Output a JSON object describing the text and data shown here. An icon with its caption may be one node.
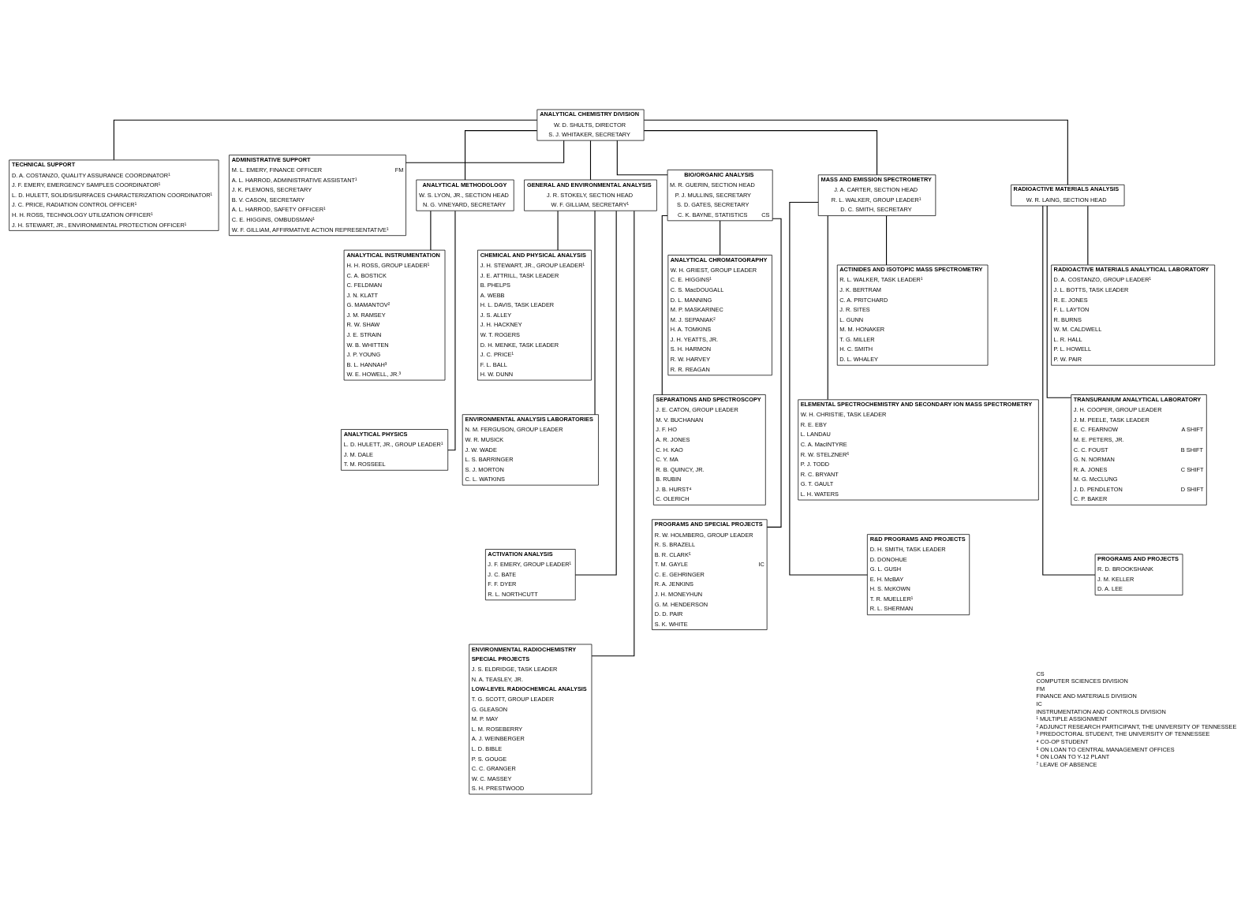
{
  "diagram": {
    "nodes": [
      {
        "text": [
          "ANALYTICAL CHEMISTRY DIVISION",
          "W. D. SHULTS, DIRECTOR",
          "S. J. WHITAKER, SECRETARY"
        ]
      },
      {
        "text": [
          "TECHNICAL SUPPORT",
          "D. A. COSTANZO, QUALITY ASSURANCE COORDINATOR¹",
          "J. F. EMERY, EMERGENCY SAMPLES COORDINATOR¹",
          "L. D. HULETT, SOLIDS/SURFACES CHARACTERIZATION COORDINATOR¹",
          "J. C. PRICE, RADIATION CONTROL OFFICER¹",
          "H. H. ROSS, TECHNOLOGY UTILIZATION OFFICER¹",
          "J. H. STEWART, JR., ENVIRONMENTAL PROTECTION OFFICER¹"
        ]
      },
      {
        "text": [
          "ADMINISTRATIVE SUPPORT",
          "M. L. EMERY, FINANCE OFFICER",
          "FM",
          "A. L. HARROD, ADMINISTRATIVE ASSISTANT¹",
          "J. K. PLEMONS, SECRETARY",
          "B. V. CASON, SECRETARY",
          "A. L. HARROD, SAFETY OFFICER¹",
          "C. E. HIGGINS, OMBUDSMAN¹",
          "W. F. GILLIAM, AFFIRMATIVE ACTION REPRESENTATIVE¹"
        ]
      },
      {
        "text": [
          "ANALYTICAL METHODOLOGY",
          "W. S. LYON, JR., SECTION HEAD",
          "N. G. VINEYARD, SECRETARY"
        ]
      },
      {
        "text": [
          "ANALYTICAL INSTRUMENTATION",
          "H. H. ROSS, GROUP LEADER¹",
          "C. A. BOSTICK",
          "C. FELDMAN",
          "J. N. KLATT",
          "G. MAMANTOV²",
          "J. M. RAMSEY",
          "R. W. SHAW",
          "J. E. STRAIN",
          "W. B. WHITTEN",
          "J. P. YOUNG",
          "B. L. HANNAH³",
          "W. E. HOWELL, JR.³"
        ]
      },
      {
        "text": [
          "ANALYTICAL PHYSICS",
          "L. D. HULETT, JR., GROUP LEADER¹",
          "J. M. DALE",
          "T. M. ROSSEEL"
        ]
      },
      {
        "text": [
          "GENERAL AND ENVIRONMENTAL ANALYSIS",
          "J. R. STOKELY, SECTION HEAD",
          "W. F. GILLIAM, SECRETARY¹"
        ]
      },
      {
        "text": [
          "CHEMICAL AND PHYSICAL ANALYSIS",
          "J. H. STEWART, JR., GROUP LEADER¹",
          "J. E. ATTRILL, TASK LEADER",
          "B. PHELPS",
          "A. WEBB",
          "H. L. DAVIS, TASK LEADER",
          "J. S. ALLEY",
          "J. H. HACKNEY",
          "W. T. ROGERS",
          "D. H. MENKE, TASK LEADER",
          "J. C. PRICE¹",
          "F. L. BALL",
          "H. W. DUNN"
        ]
      },
      {
        "text": [
          "ENVIRONMENTAL ANALYSIS LABORATORIES",
          "N. M. FERGUSON, GROUP LEADER",
          "W. R. MUSICK",
          "J. W. WADE",
          "L. S. BARRINGER",
          "S. J. MORTON",
          "C. L. WATKINS"
        ]
      },
      {
        "text": [
          "ACTIVATION ANALYSIS",
          "J. F. EMERY, GROUP LEADER¹",
          "J. C. BATE",
          "F. F. DYER",
          "R. L. NORTHCUTT"
        ]
      },
      {
        "text": [
          "ENVIRONMENTAL RADIOCHEMISTRY",
          "SPECIAL PROJECTS",
          "J. S. ELDRIDGE, TASK LEADER",
          "N. A. TEASLEY, JR.",
          "LOW-LEVEL RADIOCHEMICAL ANALYSIS",
          "T. G. SCOTT, GROUP LEADER",
          "G. GLEASON",
          "M. P. MAY",
          "L. M. ROSEBERRY",
          "A. J. WEINBERGER",
          "L. D. BIBLE",
          "P. S. GOUGE",
          "C. C. GRANGER",
          "W. C. MASSEY",
          "S. H. PRESTWOOD"
        ]
      },
      {
        "text": [
          "BIO/ORGANIC ANALYSIS",
          "M. R. GUERIN, SECTION HEAD",
          "P. J. MULLINS, SECRETARY",
          "S. D. GATES, SECRETARY",
          "C. K. BAYNE, STATISTICS",
          "CS"
        ]
      },
      {
        "text": [
          "ANALYTICAL CHROMATOGRAPHY",
          "W. H. GRIEST, GROUP LEADER",
          "C. E. HIGGINS¹",
          "C. S. MacDOUGALL",
          "D. L. MANNING",
          "M. P. MASKARINEC",
          "M. J. SEPANIAK²",
          "H. A. TOMKINS",
          "J. H. YEATTS, JR.",
          "S. H. HARMON",
          "R. W. HARVEY",
          "R. R. REAGAN"
        ]
      },
      {
        "text": [
          "SEPARATIONS AND SPECTROSCOPY",
          "J. E. CATON, GROUP LEADER",
          "M. V. BUCHANAN",
          "J. F. HO",
          "A. R. JONES",
          "C. H. KAO",
          "C. Y. MA",
          "R. B. QUINCY, JR.",
          "B. RUBIN",
          "J. B. HURST⁴",
          "C. OLERICH"
        ]
      },
      {
        "text": [
          "PROGRAMS AND SPECIAL PROJECTS",
          "R. W. HOLMBERG, GROUP LEADER",
          "R. S. BRAZELL",
          "B. R. CLARK⁵",
          "T. M. GAYLE",
          "IC",
          "C. E. GEHRINGER",
          "R. A. JENKINS",
          "J. H. MONEYHUN",
          "G. M. HENDERSON",
          "D. D. PAIR",
          "S. K. WHITE"
        ]
      },
      {
        "text": [
          "MASS AND EMISSION SPECTROMETRY",
          "J. A. CARTER, SECTION HEAD",
          "R. L. WALKER, GROUP LEADER¹",
          "D. C. SMITH, SECRETARY"
        ]
      },
      {
        "text": [
          "ACTINIDES AND ISOTOPIC MASS SPECTROMETRY",
          "R. L. WALKER, TASK LEADER¹",
          "J. K. BERTRAM",
          "C. A. PRITCHARD",
          "J. R. SITES",
          "L. GUNN",
          "M. M. HONAKER",
          "T. G. MILLER",
          "H. C. SMITH",
          "D. L. WHALEY"
        ]
      },
      {
        "text": [
          "ELEMENTAL SPECTROCHEMISTRY AND SECONDARY ION MASS SPECTROMETRY",
          "W. H. CHRISTIE, TASK LEADER",
          "R. E. EBY",
          "L. LANDAU",
          "C. A. MacINTYRE",
          "R. W. STELZNER⁶",
          "P. J. TODD",
          "R. C. BRYANT",
          "G. T. GAULT",
          "L. H. WATERS"
        ]
      },
      {
        "text": [
          "R&D PROGRAMS AND PROJECTS",
          "D. H. SMITH, TASK LEADER",
          "D. DONOHUE",
          "G. L. GUSH",
          "E. H. McBAY",
          "H. S. McKOWN",
          "T. R. MUELLER¹",
          "R. L. SHERMAN"
        ]
      },
      {
        "text": [
          "RADIOACTIVE MATERIALS ANALYSIS",
          "W. R. LAING, SECTION HEAD"
        ]
      },
      {
        "text": [
          "RADIOACTIVE MATERIALS ANALYTICAL LABORATORY",
          "D. A. COSTANZO, GROUP LEADER¹",
          "J. L. BOTTS, TASK LEADER",
          "R. E. JONES",
          "F. L. LAYTON",
          "R. BURNS",
          "W. M. CALDWELL",
          "L. R. HALL",
          "P. L. HOWELL",
          "P. W. PAIR"
        ]
      },
      {
        "text": [
          "TRANSURANIUM ANALYTICAL LABORATORY",
          "J. H. COOPER, GROUP LEADER",
          "J. M. PEELE, TASK LEADER",
          "E. C. FEARNOW",
          "A SHIFT",
          "M. E. PETERS, JR.",
          "C. C. FOUST",
          "B SHIFT",
          "G. N. NORMAN",
          "R. A. JONES",
          "C SHIFT",
          "M. G. McCLUNG",
          "J. D. PENDLETON",
          "D SHIFT",
          "C. P. BAKER"
        ]
      },
      {
        "text": [
          "PROGRAMS AND PROJECTS",
          "R. D. BROOKSHANK",
          "J. M. KELLER",
          "D. A. LEE"
        ]
      }
    ],
    "edges": [
      {
        "from": 0,
        "to": 1,
        "arrow": "none"
      },
      {
        "from": 0,
        "to": 2,
        "arrow": "none"
      },
      {
        "from": 0,
        "to": 3,
        "arrow": "none"
      },
      {
        "from": 0,
        "to": 6,
        "arrow": "none"
      },
      {
        "from": 0,
        "to": 11,
        "arrow": "none"
      },
      {
        "from": 0,
        "to": 15,
        "arrow": "none"
      },
      {
        "from": 0,
        "to": 19,
        "arrow": "none"
      },
      {
        "from": 3,
        "to": 4,
        "arrow": "none"
      },
      {
        "from": 3,
        "to": 5,
        "arrow": "none"
      },
      {
        "from": 6,
        "to": 7,
        "arrow": "none"
      },
      {
        "from": 6,
        "to": 8,
        "arrow": "none"
      },
      {
        "from": 6,
        "to": 9,
        "arrow": "none"
      },
      {
        "from": 6,
        "to": 10,
        "arrow": "none"
      },
      {
        "from": 11,
        "to": 12,
        "arrow": "none"
      },
      {
        "from": 11,
        "to": 13,
        "arrow": "none"
      },
      {
        "from": 11,
        "to": 14,
        "arrow": "none"
      },
      {
        "from": 15,
        "to": 16,
        "arrow": "none"
      },
      {
        "from": 15,
        "to": 17,
        "arrow": "none"
      },
      {
        "from": 15,
        "to": 18,
        "arrow": "none"
      },
      {
        "from": 19,
        "to": 20,
        "arrow": "none"
      },
      {
        "from": 19,
        "to": 21,
        "arrow": "none"
      },
      {
        "from": 19,
        "to": 22,
        "arrow": "none"
      }
    ],
    "labels": [
      "CS",
      "COMPUTER SCIENCES DIVISION",
      "FM",
      "FINANCE AND MATERIALS DIVISION",
      "IC",
      "INSTRUMENTATION AND CONTROLS DIVISION",
      "¹ MULTIPLE ASSIGNMENT",
      "² ADJUNCT RESEARCH PARTICIPANT, THE UNIVERSITY OF TENNESSEE",
      "³ PREDOCTORAL STUDENT, THE UNIVERSITY OF TENNESSEE",
      "⁴ CO-OP STUDENT",
      "⁵ ON LOAN TO CENTRAL MANAGEMENT OFFICES",
      "⁶ ON LOAN TO Y-12 PLANT",
      "⁷ LEAVE OF ABSENCE"
    ]
  }
}
